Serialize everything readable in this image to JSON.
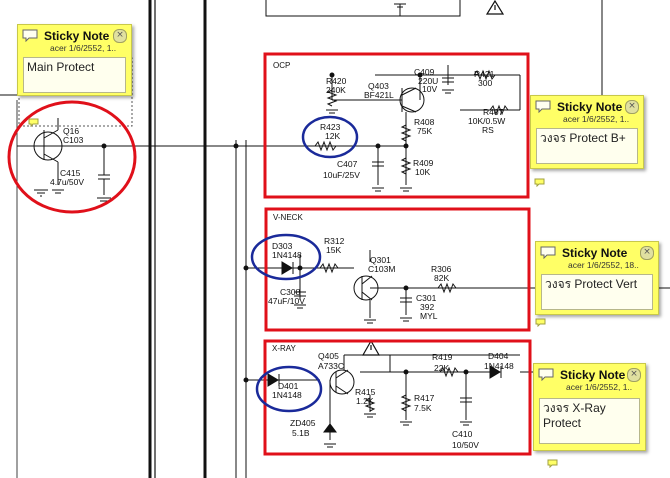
{
  "sticky_notes": [
    {
      "title": "Sticky Note",
      "meta": "acer 1/6/2552, 1..",
      "body": "Main Protect"
    },
    {
      "title": "Sticky Note",
      "meta": "acer 1/6/2552, 1..",
      "body": "วงจร Protect B+"
    },
    {
      "title": "Sticky Note",
      "meta": "acer 1/6/2552, 18..",
      "body": "วงจร Protect Vert"
    },
    {
      "title": "Sticky Note",
      "meta": "acer 1/6/2552, 1..",
      "body": "วงจร X-Ray Protect"
    }
  ],
  "sections": {
    "ocp": "OCP",
    "vneck": "V-NECK",
    "xray": "X-RAY"
  },
  "components": {
    "q16": "Q16",
    "c103": "C103",
    "c415": "C415",
    "c415v": "4.7u/50V",
    "r420": "R420",
    "r420v": "240K",
    "q403": "Q403",
    "q403v": "BF421L",
    "c409": "C409",
    "c409v1": "220U",
    "c409v2": "10V",
    "r421": "R421",
    "r421v": "300",
    "r408": "R408",
    "r408v": "75K",
    "r407": "R407",
    "r407v": "10K/0.5W",
    "r407v2": "RS",
    "r423": "R423",
    "r423v": "12K",
    "c407": "C407",
    "c407v": "10uF/25V",
    "r409": "R409",
    "r409v": "10K",
    "d303": "D303",
    "d303v": "1N4148",
    "r312": "R312",
    "r312v": "15K",
    "q301": "Q301",
    "q301v": "C103M",
    "r306": "R306",
    "r306v": "82K",
    "c308": "C308",
    "c308v": "47uF/10V",
    "c301": "C301",
    "c301v": "392",
    "c301v2": "MYL",
    "q405": "Q405",
    "q405v": "A733C",
    "r419": "R419",
    "r419v": "22K",
    "d404": "D404",
    "d404v": "1N4148",
    "d401": "D401",
    "d401v": "1N4148",
    "r415": "R415",
    "r415v": "1.2K",
    "r417": "R417",
    "r417v": "7.5K",
    "zd405": "ZD405",
    "zd405v": "5.1B",
    "c410": "C410",
    "c410v": "10/50V"
  },
  "colors": {
    "highlight_red": "#e0101a",
    "highlight_blue": "#1a2a9a",
    "note_yellow": "#ffff66"
  },
  "icons": [
    "sticky-note-icon",
    "close-icon",
    "warning-triangle-icon",
    "comment-icon"
  ]
}
